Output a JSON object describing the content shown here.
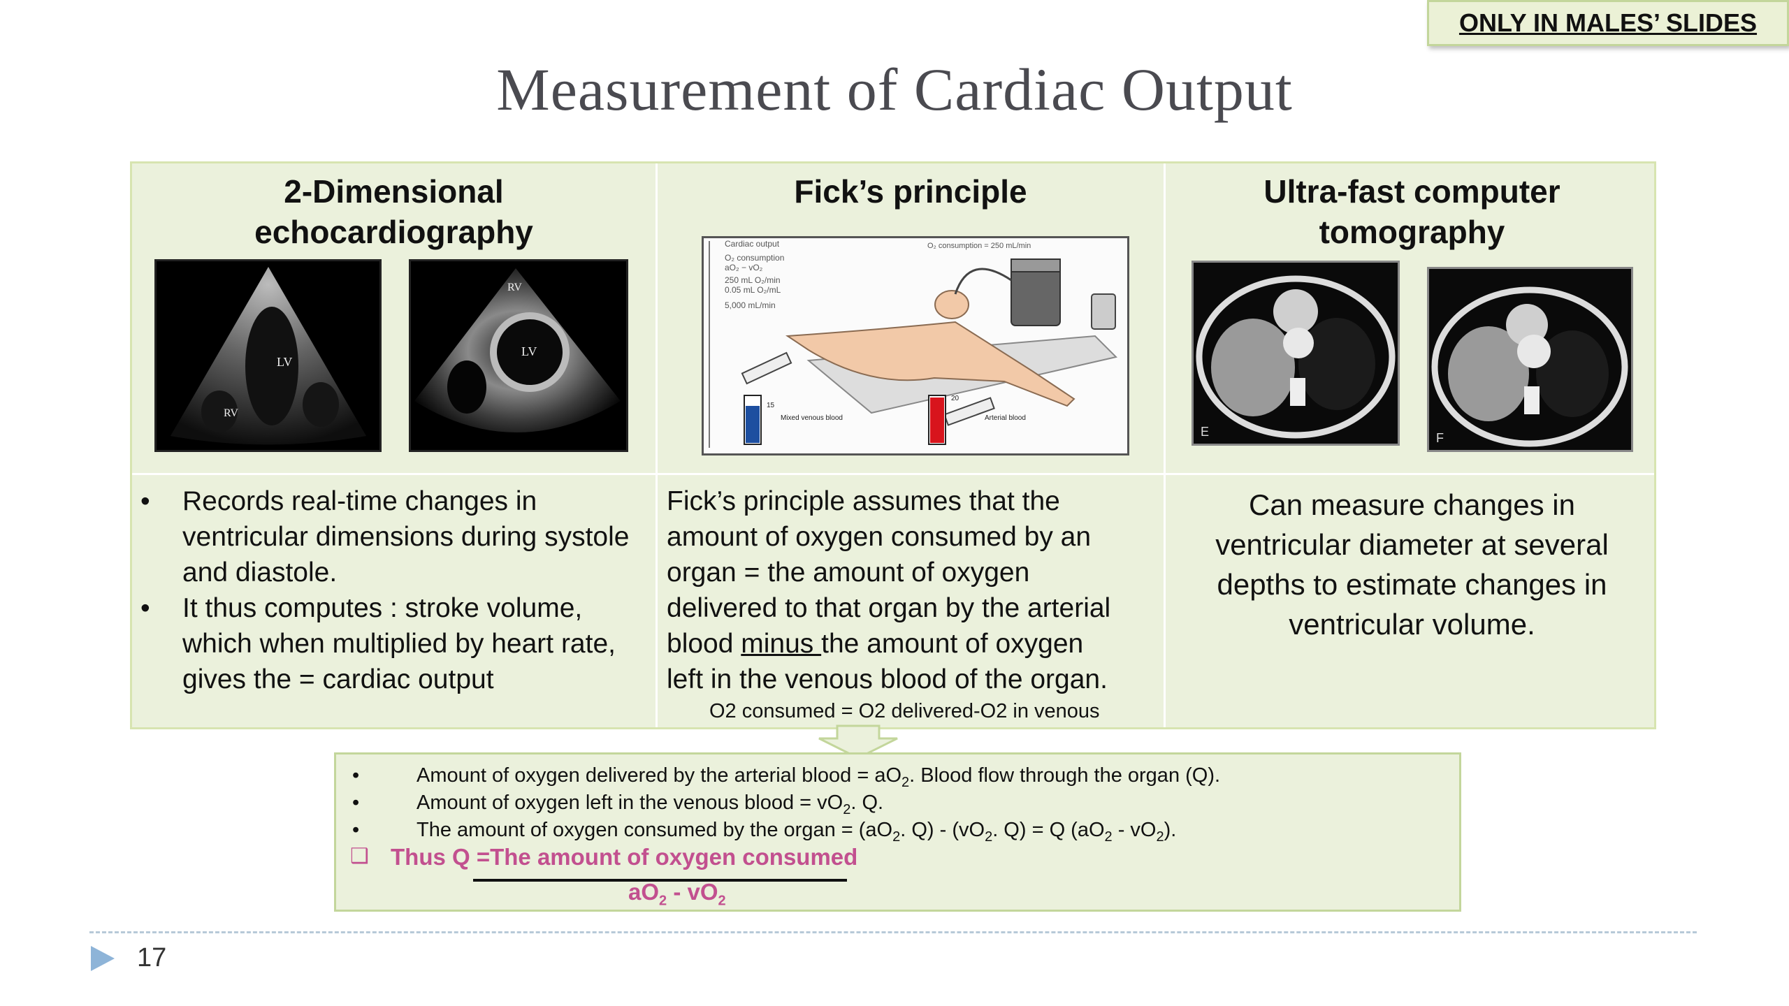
{
  "badge": "ONLY IN MALES’ SLIDES",
  "title": "Measurement of Cardiac Output",
  "columns": [
    {
      "heading_line1": "2-Dimensional",
      "heading_line2": "echocardiography"
    },
    {
      "heading_line1": "Fick’s principle"
    },
    {
      "heading_line1": "Ultra-fast computer",
      "heading_line2": "tomography"
    }
  ],
  "echo": {
    "bullets": [
      [
        "Records real-time changes in",
        "ventricular dimensions during systole",
        "and diastole."
      ],
      [
        "It thus computes : stroke volume,",
        "which when multiplied by heart rate,",
        "gives the = cardiac output"
      ]
    ],
    "img_labels": {
      "lv1": "LV",
      "rv1": "RV",
      "lv2": "LV",
      "rv2": "RV"
    }
  },
  "fick": {
    "lines": [
      "Fick’s principle assumes that the",
      "amount of oxygen consumed by an",
      "organ = the amount of oxygen",
      "delivered to that organ by the arterial"
    ],
    "line5_pre": "blood  ",
    "line5_u": "minus ",
    "line5_post": "the amount of oxygen",
    "line6": "left in the venous blood of the organ.",
    "equation": "O2 consumed = O2 delivered-O2 in venous",
    "diagram": {
      "l1": "Cardiac output",
      "l2": "O₂ consumption",
      "l3": "aO₂ − vO₂",
      "l4": "250 mL O₂/min",
      "l5": "0.05 mL O₂/mL",
      "l6": "5,000 mL/min",
      "consumption": "O₂ consumption = 250 mL/min",
      "mixed": "Mixed venous blood",
      "arterial": "Arterial blood",
      "v15": "15",
      "v20": "20"
    }
  },
  "ct": {
    "lines": [
      "Can measure changes in",
      "ventricular diameter at several",
      "depths to estimate changes in",
      "ventricular volume."
    ],
    "label_e": "E",
    "label_f": "F"
  },
  "summary": {
    "bullet": "•",
    "l1_a": "Amount of oxygen delivered by the arterial blood = aO",
    "l1_sub": "2",
    "l1_b": ". Blood flow through the organ (Q).",
    "l2_a": "Amount of oxygen left in the venous blood = vO",
    "l2_sub": "2",
    "l2_b": ". Q.",
    "l3_a": "The amount of oxygen consumed by the organ = (aO",
    "l3_s1": "2",
    "l3_b": ". Q) - (vO",
    "l3_s2": "2",
    "l3_c": ". Q) = Q (aO",
    "l3_s3": "2",
    "l3_d": " - vO",
    "l3_s4": "2",
    "l3_e": ").",
    "checkbox": "❑",
    "thus": "Thus Q =The amount of oxygen consumed",
    "denom_a": "aO",
    "denom_s1": "2",
    "denom_b": " - vO",
    "denom_s2": "2"
  },
  "page_number": "17",
  "colors": {
    "cell": "#ebf1dc",
    "border": "#c3d69b",
    "pink": "#c2508f",
    "title": "#4a4a50"
  }
}
